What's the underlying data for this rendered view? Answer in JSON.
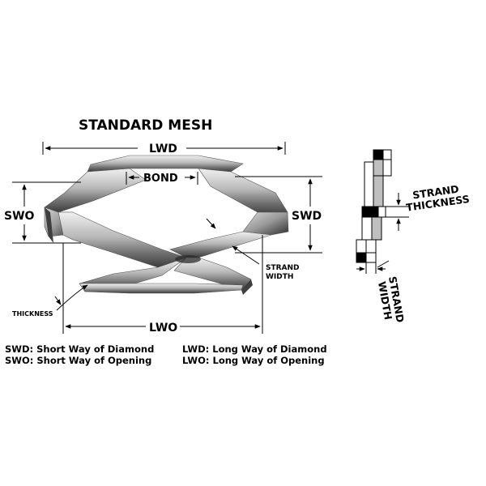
{
  "title": "STANDARD MESH",
  "labels": {
    "lwd": "LWD",
    "bond": "BOND",
    "swo": "SWO",
    "swd": "SWD",
    "strand_width": "STRAND\nWIDTH",
    "thickness": "THICKNESS",
    "lwo": "LWO"
  },
  "side_labels": {
    "strand_thickness": "STRAND\nTHICKNESS",
    "strand_width": "STRAND\nWIDTH"
  },
  "legend": {
    "swd": "SWD: Short Way of Diamond",
    "swo": "SWO: Short Way of Opening",
    "lwd": "LWD: Long Way of Diamond",
    "lwo": "LWO: Long Way of Opening"
  },
  "colors": {
    "ink": "#000000",
    "metal_light": "#e2e2e2",
    "metal_mid": "#a9a9a9",
    "metal_dark": "#4a4a4a",
    "shade_box": "#bfbfbf"
  }
}
